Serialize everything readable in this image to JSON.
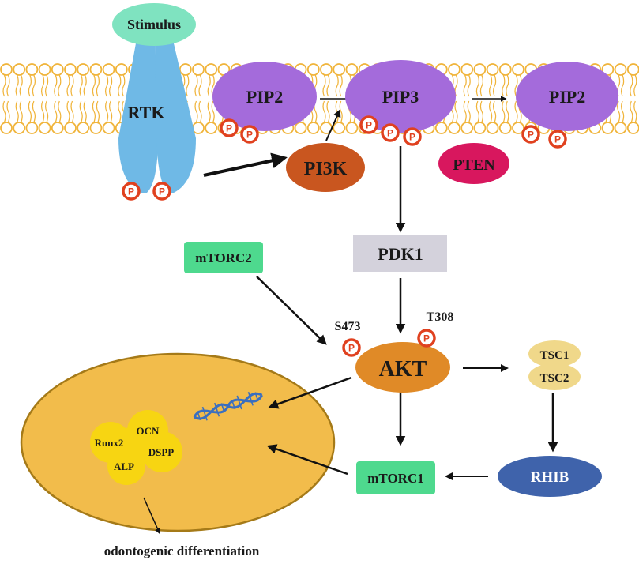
{
  "labels": {
    "stimulus": "Stimulus",
    "rtk": "RTK",
    "pip2_left": "PIP2",
    "pip3": "PIP3",
    "pip2_right": "PIP2",
    "pi3k": "PI3K",
    "pten": "PTEN",
    "pdk1": "PDK1",
    "mtorc2": "mTORC2",
    "s473": "S473",
    "t308": "T308",
    "akt": "AKT",
    "tsc1": "TSC1",
    "tsc2": "TSC2",
    "rhib": "RHIB",
    "mtorc1": "mTORC1",
    "runx2": "Runx2",
    "ocn": "OCN",
    "dspp": "DSPP",
    "alp": "ALP",
    "outcome": "odontogenic differentiation"
  },
  "phospho_label": "P",
  "colors": {
    "membrane": "#f0b43a",
    "stimulus": "#7fe3c0",
    "rtk": "#6fb9e6",
    "pip": "#a46bdb",
    "pi3k": "#c9561f",
    "pten": "#d8175e",
    "pdk1": "#d4d2dc",
    "mtorc": "#4ed98e",
    "akt": "#e08a27",
    "tsc": "#f0d88a",
    "rhib": "#3f63ab",
    "nucleus": "#f2bc4b",
    "genes": "#f7d512",
    "phospho": "#e0411f",
    "dna": "#3a6fc0"
  }
}
